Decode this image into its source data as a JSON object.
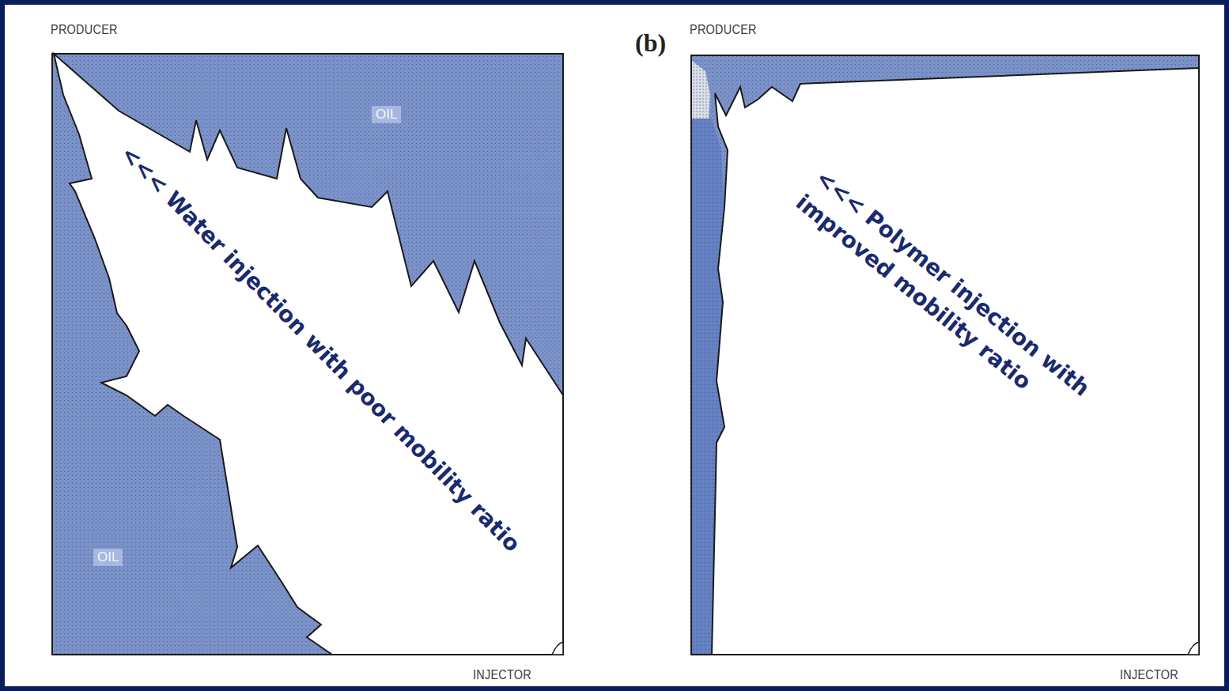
{
  "diagram": {
    "labels": [
      "PRODUCER",
      "(b)",
      "PRODUCER",
      "OIL",
      "<<< Water injection with poor mobility ratio",
      "<<< Polymer injection with improved mobility ratio",
      "OIL",
      "INJECTOR",
      "INJECTOR"
    ]
  }
}
